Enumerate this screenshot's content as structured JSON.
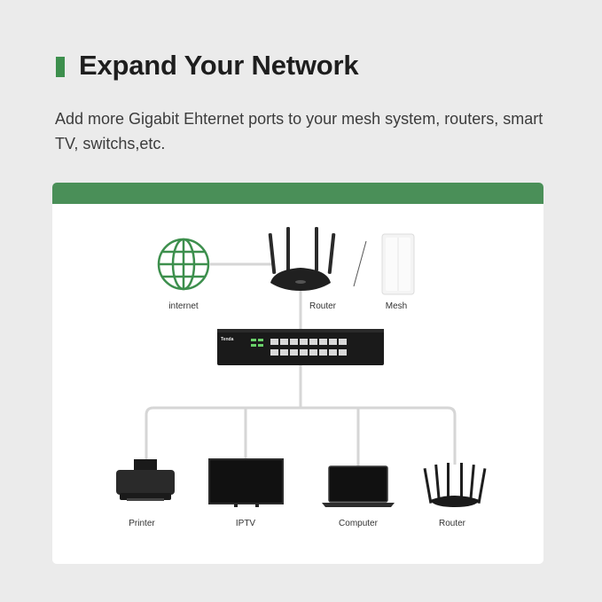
{
  "header": {
    "title": "Expand Your Network",
    "subtitle": "Add more Gigabit Ehternet ports to your mesh system, routers, smart TV, switchs,etc.",
    "accent_color": "#3d8f4d"
  },
  "diagram": {
    "header_color": "#4a8f58",
    "line_color": "#d6d6d6",
    "switch_brand": "Tenda",
    "top_nodes": [
      {
        "label": "internet",
        "icon": "globe-icon"
      },
      {
        "label": "Router",
        "icon": "router-icon"
      },
      {
        "label": "Mesh",
        "icon": "mesh-node-icon"
      }
    ],
    "bottom_nodes": [
      {
        "label": "Printer",
        "icon": "printer-icon"
      },
      {
        "label": "IPTV",
        "icon": "tv-icon"
      },
      {
        "label": "Computer",
        "icon": "laptop-icon"
      },
      {
        "label": "Router",
        "icon": "router-icon"
      }
    ]
  }
}
